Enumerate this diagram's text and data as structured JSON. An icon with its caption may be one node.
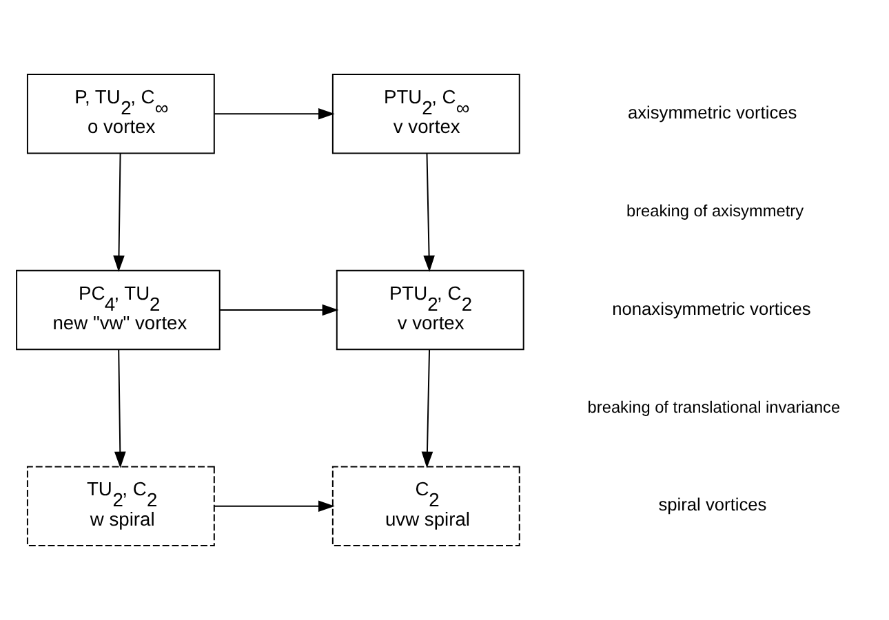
{
  "diagram": {
    "nodes": [
      {
        "text": [
          "P, TU$_{2}$, C$_{∞}$",
          "o vortex"
        ]
      },
      {
        "text": [
          "PTU$_{2}$, C$_{∞}$",
          "v vortex"
        ]
      },
      {
        "text": [
          "PC$_{4}$, TU$_{2}$",
          "new \"vw\" vortex"
        ]
      },
      {
        "text": [
          "PTU$_{2}$, C$_{2}$",
          "v vortex"
        ]
      },
      {
        "text": [
          "TU$_{2}$, C$_{2}$",
          "w spiral"
        ]
      },
      {
        "text": [
          "C$_{2}$",
          "uvw spiral"
        ]
      }
    ],
    "edges": [
      {
        "from": 0,
        "to": 1,
        "arrow": "to"
      },
      {
        "from": 0,
        "to": 2,
        "arrow": "to"
      },
      {
        "from": 1,
        "to": 3,
        "arrow": "to"
      },
      {
        "from": 2,
        "to": 3,
        "arrow": "to"
      },
      {
        "from": 2,
        "to": 4,
        "arrow": "to"
      },
      {
        "from": 3,
        "to": 5,
        "arrow": "to"
      },
      {
        "from": 4,
        "to": 5,
        "arrow": "to"
      }
    ],
    "labels": [
      "axisymmetric vortices",
      "breaking of axisymmetry",
      "nonaxisymmetric vortices",
      "breaking of translational invariance",
      "spiral vortices"
    ]
  }
}
